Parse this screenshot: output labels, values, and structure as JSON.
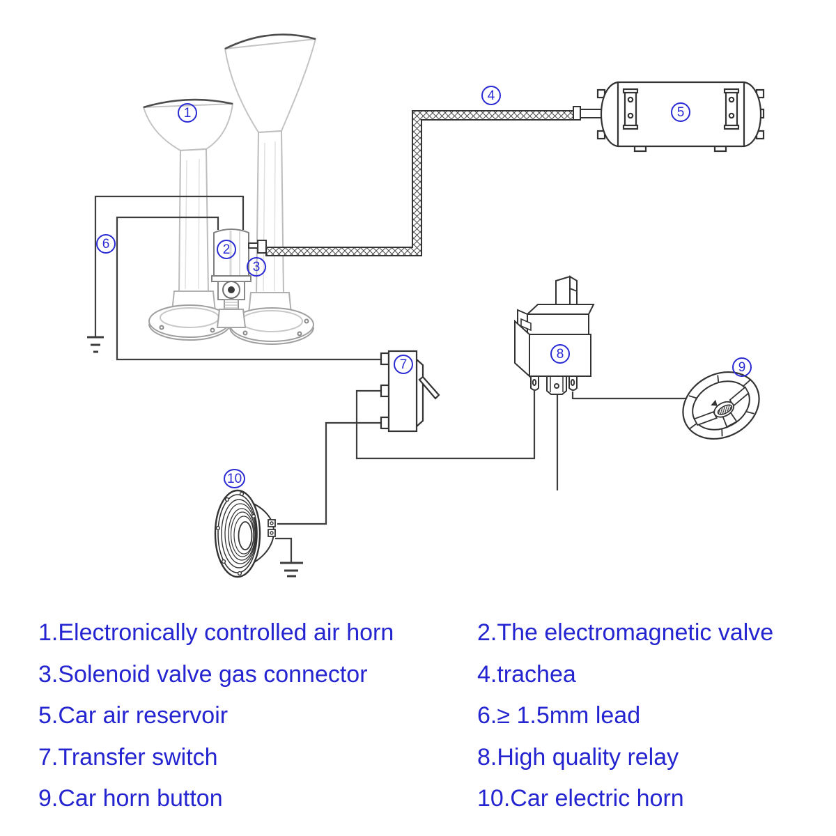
{
  "title": "Air horn wiring diagram",
  "colors": {
    "accent_blue": "#2a2ad4",
    "legend_blue": "#2424d0",
    "wire": "#3d3d3d",
    "outline_dark": "#333333",
    "outline_light": "#b9b9b9",
    "background": "#ffffff"
  },
  "callouts": [
    {
      "n": "1"
    },
    {
      "n": "2"
    },
    {
      "n": "3"
    },
    {
      "n": "4"
    },
    {
      "n": "5"
    },
    {
      "n": "6"
    },
    {
      "n": "7"
    },
    {
      "n": "8"
    },
    {
      "n": "9"
    },
    {
      "n": "10"
    }
  ],
  "legend": {
    "left": [
      "1.Electronically controlled air horn",
      "3.Solenoid valve gas connector",
      "5.Car air reservoir",
      "7.Transfer switch",
      "9.Car horn button"
    ],
    "right": [
      "2.The electromagnetic valve",
      "4.trachea",
      "6.≥ 1.5mm lead",
      "8.High quality relay",
      "10.Car electric horn"
    ]
  }
}
